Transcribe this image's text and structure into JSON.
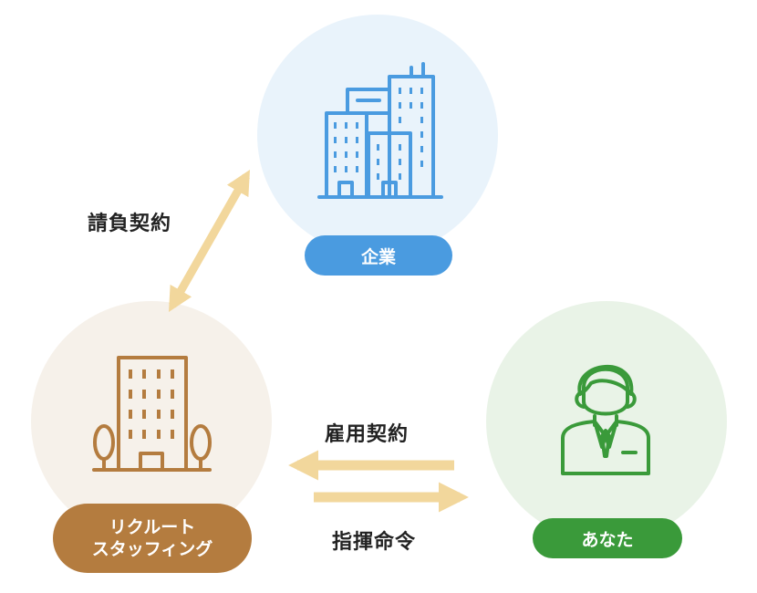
{
  "nodes": {
    "company": {
      "label": "企業",
      "bg": "#e9f3fb",
      "accent": "#4a9be0",
      "icon": "office-buildings-icon"
    },
    "agency": {
      "label_line1": "リクルート",
      "label_line2": "スタッフィング",
      "bg": "#f6f1ea",
      "accent": "#b47c3f",
      "icon": "office-tower-with-trees-icon"
    },
    "you": {
      "label": "あなた",
      "bg": "#e9f3e7",
      "accent": "#3a9a3a",
      "icon": "businessman-icon"
    }
  },
  "relations": {
    "contract": {
      "label": "請負契約",
      "arrow_color": "#f2d79c"
    },
    "employment": {
      "label": "雇用契約",
      "arrow_color": "#f2d79c"
    },
    "instruction": {
      "label": "指揮命令",
      "arrow_color": "#f2d79c"
    }
  }
}
